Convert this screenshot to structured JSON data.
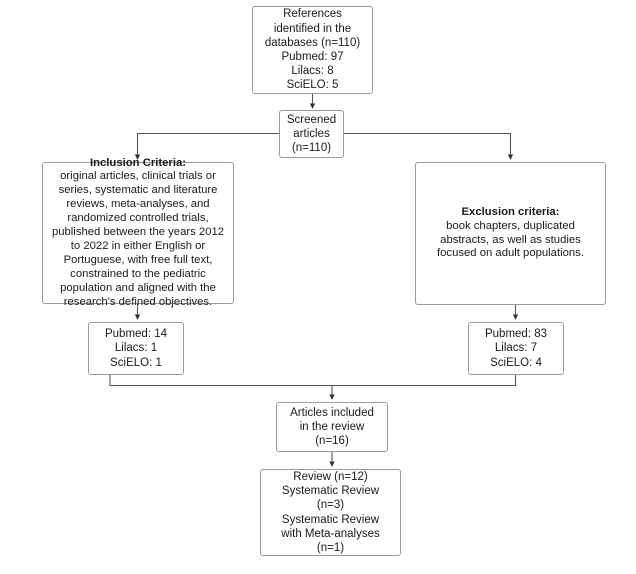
{
  "diagram": {
    "title": "PRISMA-style study selection flowchart",
    "theme": {
      "page_background": "#ffffff",
      "box_background": "#ffffff",
      "box_border": "#9a9a9a",
      "connector": "#444444",
      "text": "#1a1a1a"
    },
    "nodes": {
      "references": {
        "lines": [
          "References",
          "identified in the",
          "databases (n=110)",
          "Pubmed: 97",
          "Lilacs: 8",
          "SciELO: 5"
        ],
        "counts": {
          "total": 110,
          "Pubmed": 97,
          "Lilacs": 8,
          "SciELO": 5
        }
      },
      "screened": {
        "lines": [
          "Screened",
          "articles",
          "(n=110)"
        ],
        "counts": {
          "total": 110
        }
      },
      "inclusion": {
        "heading": "Inclusion Criteria:",
        "body": "original articles, clinical trials or series, systematic and literature reviews, meta-analyses, and randomized controlled trials, published between the years 2012 to 2022 in either English or Portuguese, with free full text, constrained to the pediatric population and aligned with the research's defined objectives."
      },
      "exclusion": {
        "heading": "Exclusion criteria:",
        "body": "book chapters, duplicated abstracts, as well as studies focused on adult populations."
      },
      "included_counts": {
        "lines": [
          "Pubmed: 14",
          "Lilacs: 1",
          "SciELO: 1"
        ],
        "counts": {
          "Pubmed": 14,
          "Lilacs": 1,
          "SciELO": 1
        }
      },
      "excluded_counts": {
        "lines": [
          "Pubmed: 83",
          "Lilacs: 7",
          "SciELO: 4"
        ],
        "counts": {
          "Pubmed": 83,
          "Lilacs": 7,
          "SciELO": 4
        }
      },
      "articles_included": {
        "lines": [
          "Articles included",
          "in the review",
          "(n=16)"
        ],
        "counts": {
          "total": 16
        }
      },
      "study_types": {
        "lines": [
          "Review (n=12)",
          "Systematic Review",
          "(n=3)",
          "Systematic Review",
          "with Meta-analyses",
          "(n=1)"
        ],
        "counts": {
          "Review": 12,
          "Systematic Review": 3,
          "Systematic Review with Meta-analyses": 1
        }
      }
    }
  }
}
